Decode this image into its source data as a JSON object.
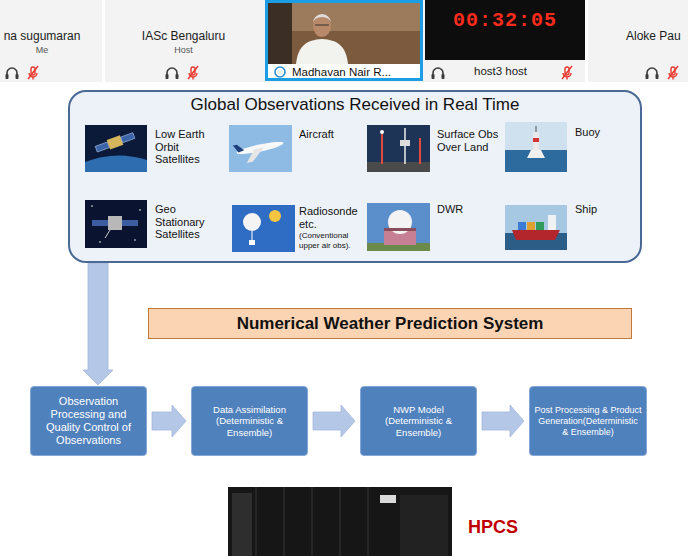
{
  "diagram": {
    "nodes": [
      {
        "text": [
          "na sugumaran",
          "Me"
        ]
      },
      {
        "text": [
          "IASc Bengaluru",
          "Host"
        ]
      },
      {
        "text": [
          "Madhavan Nair R..."
        ]
      },
      {
        "text": [
          "00:32:05",
          "host3 host"
        ]
      },
      {
        "text": [
          "Aloke Pau"
        ]
      },
      {
        "text": [
          "Global Observations Received in Real Time"
        ]
      },
      {
        "text": [
          "Low Earth Orbit Satellites"
        ],
        "in": 5
      },
      {
        "text": [
          "Aircraft"
        ],
        "in": 5
      },
      {
        "text": [
          "Surface Obs Over Land"
        ],
        "in": 5
      },
      {
        "text": [
          "Buoy"
        ],
        "in": 5
      },
      {
        "text": [
          "Geo Stationary Satellites"
        ],
        "in": 5
      },
      {
        "text": [
          "Radiosonde etc.",
          "(Conventional upper air obs)."
        ],
        "in": 5
      },
      {
        "text": [
          "DWR"
        ],
        "in": 5
      },
      {
        "text": [
          "Ship"
        ],
        "in": 5
      },
      {
        "text": [
          "Numerical Weather Prediction System"
        ]
      },
      {
        "text": [
          "Observation Processing and Quality Control of Observations"
        ]
      },
      {
        "text": [
          "Data Assimilation (Deterministic & Ensemble)"
        ]
      },
      {
        "text": [
          "NWP Model (Deterministic & Ensemble)"
        ]
      },
      {
        "text": [
          "Post Processing & Product Generation(Deterministic & Ensemble)"
        ]
      }
    ],
    "edges": [
      {
        "from": 5,
        "to": 15,
        "arrow": "to"
      },
      {
        "from": 15,
        "to": 16,
        "arrow": "to"
      },
      {
        "from": 16,
        "to": 17,
        "arrow": "to"
      },
      {
        "from": 17,
        "to": 18,
        "arrow": "to"
      }
    ],
    "labels": [
      "HPCS"
    ]
  }
}
